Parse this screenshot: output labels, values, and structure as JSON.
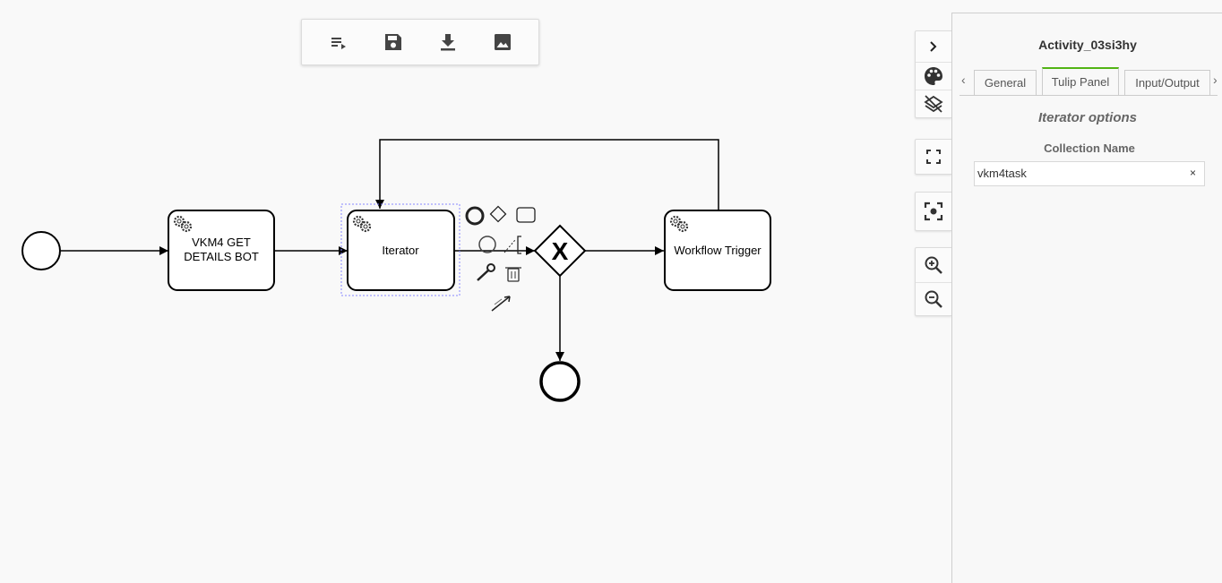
{
  "toolbar": {
    "buttons": [
      {
        "icon": "list-play-icon"
      },
      {
        "icon": "save-icon"
      },
      {
        "icon": "download-icon"
      },
      {
        "icon": "image-icon"
      }
    ]
  },
  "diagram": {
    "tasks": {
      "vkm4_line1": "VKM4 GET",
      "vkm4_line2": "DETAILS BOT",
      "iterator": "Iterator",
      "workflow_trigger": "Workflow Trigger"
    },
    "gateway_symbol": "X"
  },
  "side_toolbar": {
    "toggle_icon": "chevron-right-icon",
    "colors_icon": "palette-icon",
    "layers_icon": "layers-off-icon",
    "fullscreen_icon": "fullscreen-icon",
    "focus_icon": "center-focus-icon",
    "zoom_in_icon": "zoom-in-icon",
    "zoom_out_icon": "zoom-out-icon"
  },
  "panel": {
    "title": "Activity_03si3hy",
    "tab_prev": "‹",
    "tab_next": "›",
    "tabs": [
      "General",
      "Tulip Panel",
      "Input/Output"
    ],
    "active_tab": "Tulip Panel",
    "section_title": "Iterator options",
    "field_label": "Collection Name",
    "field_value": "vkm4task",
    "clear_symbol": "×"
  },
  "colors": {
    "accent": "#52b415",
    "selection": "#8888ff"
  }
}
